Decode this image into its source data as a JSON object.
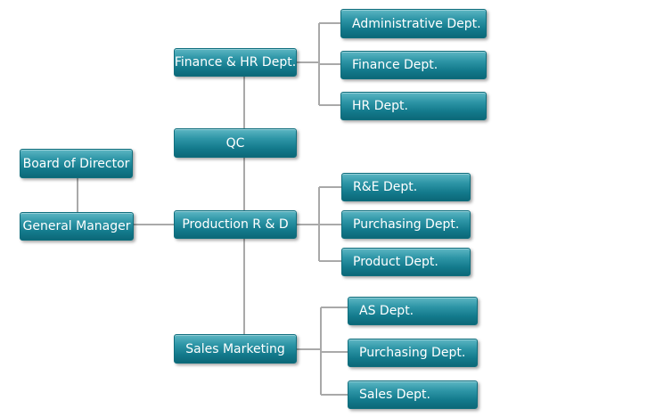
{
  "nodes": {
    "board": "Board of Director",
    "gm": "General Manager",
    "finance_hr": "Finance & HR Dept.",
    "qc": "QC",
    "production": "Production R & D",
    "sales_marketing": "Sales Marketing",
    "admin": "Administrative Dept.",
    "finance": "Finance Dept.",
    "hr": "HR Dept.",
    "re": "R&E Dept.",
    "purchasing_1": "Purchasing Dept.",
    "product": "Product Dept.",
    "as": "AS Dept.",
    "purchasing_2": "Purchasing Dept.",
    "sales": "Sales Dept."
  }
}
